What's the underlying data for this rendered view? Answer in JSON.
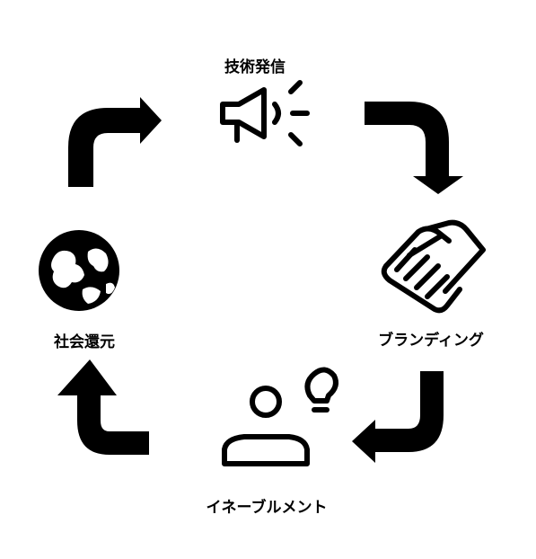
{
  "cycle": {
    "steps": [
      {
        "label": "技術発信",
        "icon": "megaphone-icon"
      },
      {
        "label": "ブランディング",
        "icon": "handshake-icon"
      },
      {
        "label": "イネーブルメント",
        "icon": "person-idea-icon"
      },
      {
        "label": "社会還元",
        "icon": "globe-icon"
      }
    ],
    "colors": {
      "ink": "#000000",
      "background": "#ffffff"
    }
  }
}
